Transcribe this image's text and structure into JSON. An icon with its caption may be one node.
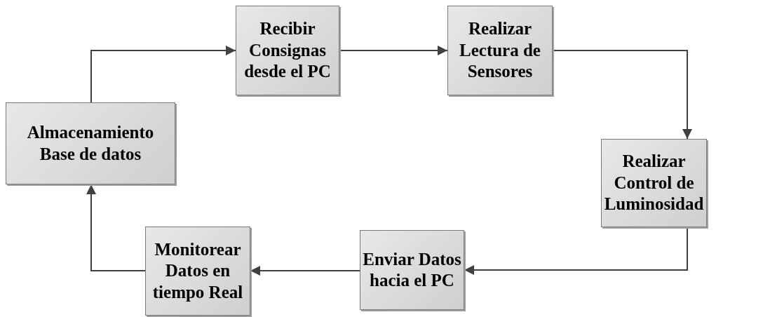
{
  "diagram": {
    "nodes": [
      {
        "text": [
          "Recibir Consignas desde el PC"
        ]
      },
      {
        "text": [
          "Realizar Lectura de Sensores"
        ]
      },
      {
        "text": [
          "Realizar Control de Luminosidad"
        ]
      },
      {
        "text": [
          "Enviar Datos hacia el PC"
        ]
      },
      {
        "text": [
          "Monitorear Datos en tiempo Real"
        ]
      },
      {
        "text": [
          "Almacenamiento Base de datos"
        ]
      }
    ],
    "edges": [
      {
        "from": 0,
        "to": 1,
        "arrow": "to"
      },
      {
        "from": 1,
        "to": 2,
        "arrow": "to"
      },
      {
        "from": 2,
        "to": 3,
        "arrow": "to"
      },
      {
        "from": 3,
        "to": 4,
        "arrow": "to"
      },
      {
        "from": 4,
        "to": 5,
        "arrow": "to"
      },
      {
        "from": 5,
        "to": 0,
        "arrow": "to"
      }
    ]
  }
}
